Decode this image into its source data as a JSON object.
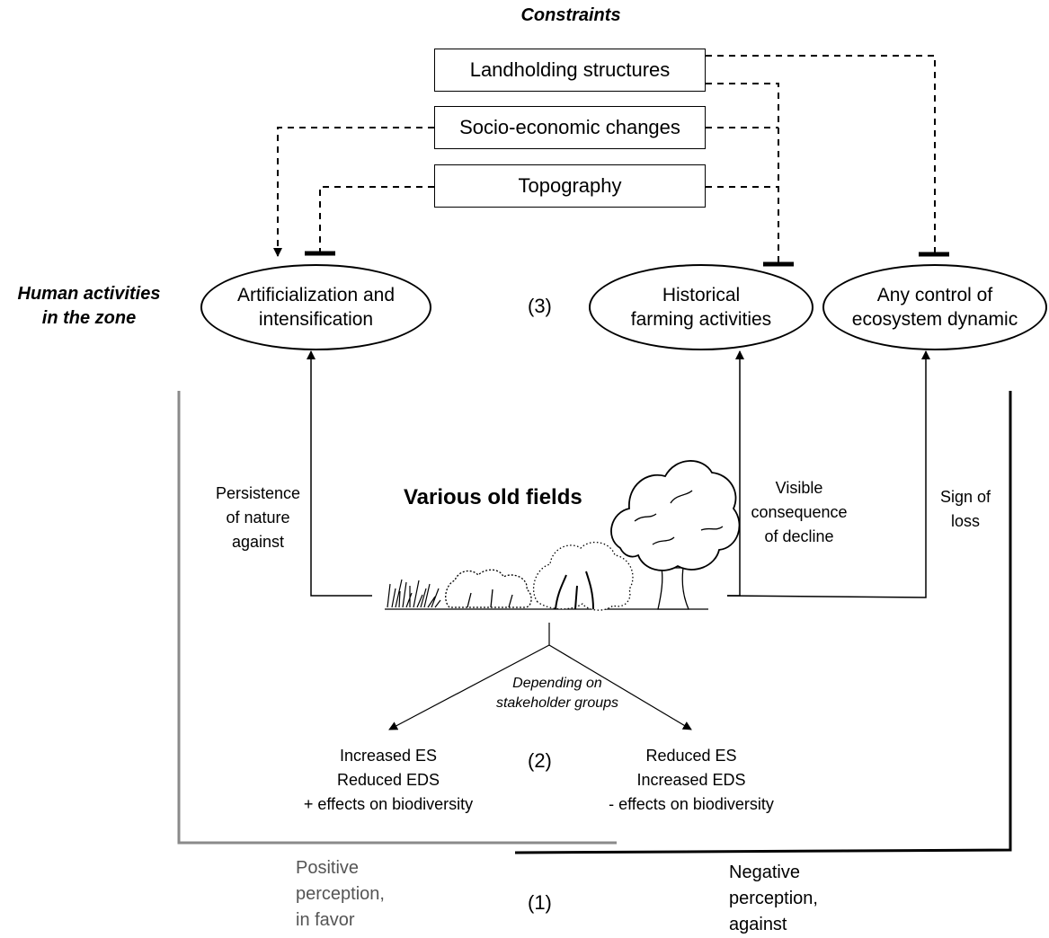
{
  "constraints_heading": "Constraints",
  "constraints": {
    "landholding": "Landholding structures",
    "socioeconomic": "Socio-economic changes",
    "topography": "Topography"
  },
  "human_activities_heading": "Human activities\nin the zone",
  "activities": {
    "artificialization": "Artificialization and\nintensification",
    "historical": "Historical\nfarming activities",
    "control": "Any control of\necosystem dynamic"
  },
  "level_labels": {
    "l3": "(3)",
    "l2": "(2)",
    "l1": "(1)"
  },
  "center_title": "Various old fields",
  "arrow_labels": {
    "persistence": "Persistence\nof nature\nagainst",
    "visible": "Visible\nconsequence\nof decline",
    "sign": "Sign of\nloss"
  },
  "depending": "Depending on\nstakeholder groups",
  "effects": {
    "positive": "Increased ES\nReduced EDS\n+ effects on biodiversity",
    "negative": "Reduced ES\nIncreased EDS\n- effects on biodiversity"
  },
  "perceptions": {
    "positive": "Positive\nperception,\nin favor",
    "negative": "Negative\nperception,\nagainst"
  },
  "colors": {
    "line": "#000000",
    "positive_bracket": "#8a8a8a",
    "foliage": "#ffffff"
  }
}
